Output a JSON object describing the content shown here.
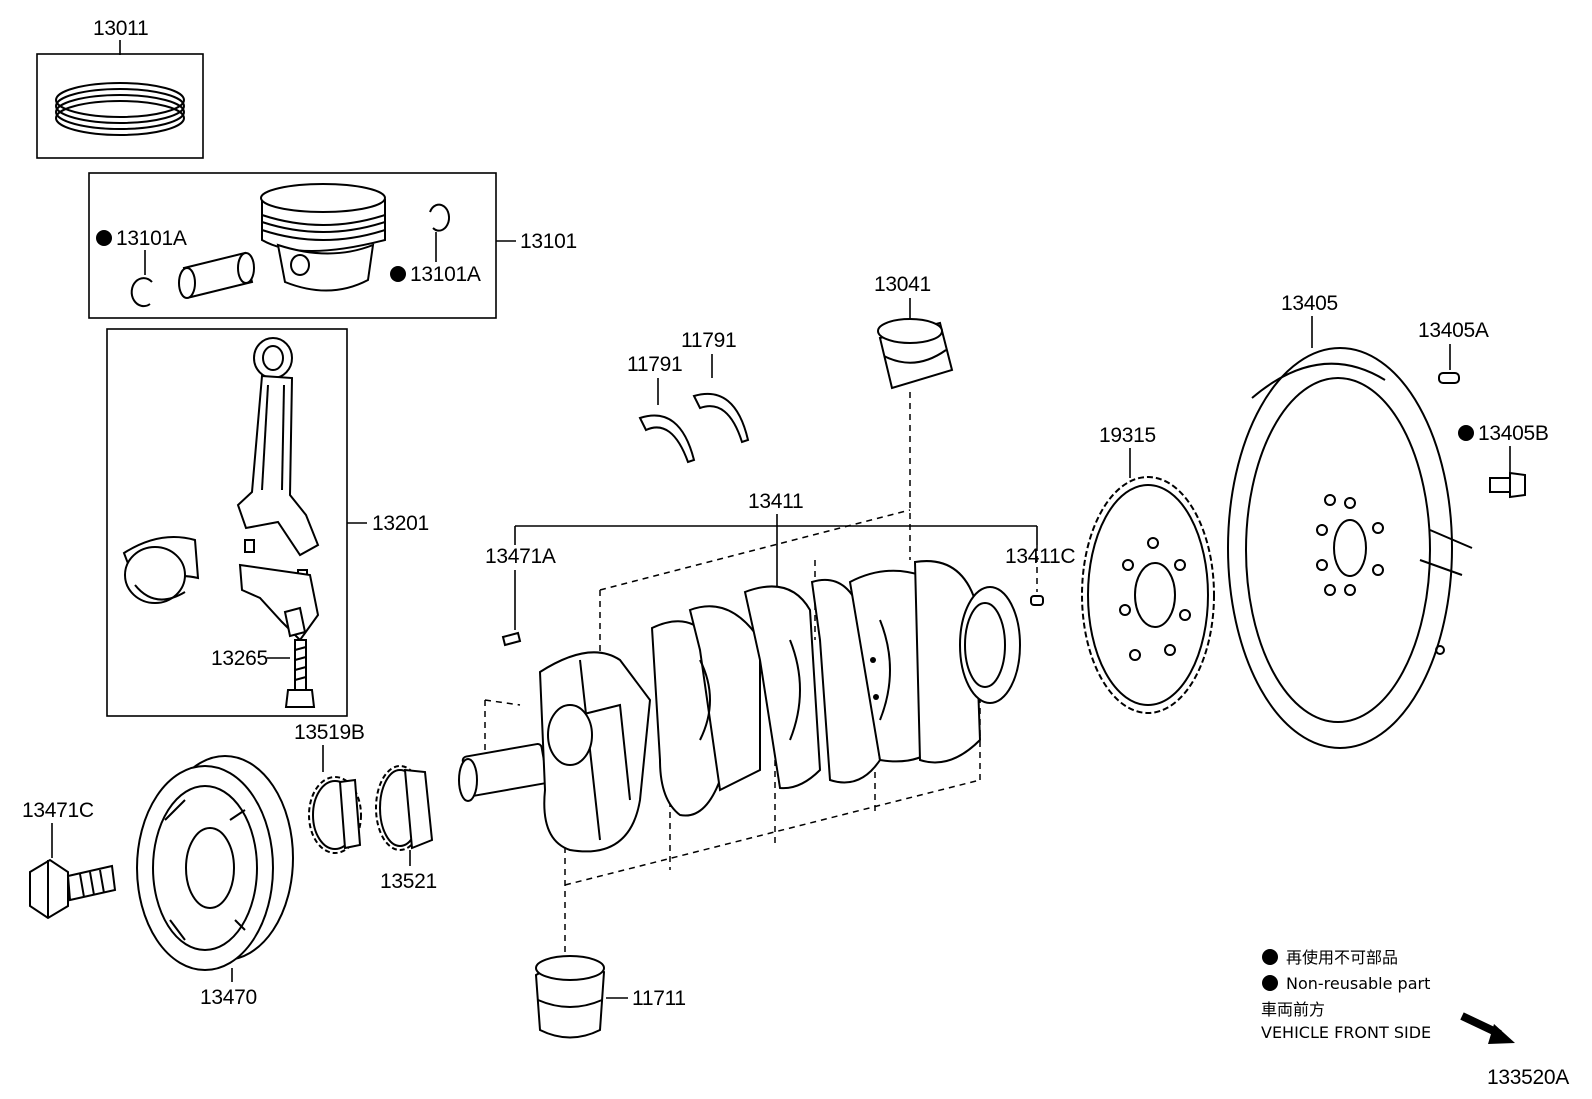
{
  "diagram_id": "133520A",
  "labels": {
    "piston_ring_set": "13011",
    "piston_snap_ring_a": "13101A",
    "piston_snap_ring_b": "13101A",
    "piston_sub_assy": "13101",
    "connecting_rod": "13201",
    "rod_bolt": "13265",
    "crank_bearing_upper": "13041",
    "thrust_washer_a": "11791",
    "thrust_washer_b": "11791",
    "crankshaft": "13411",
    "crank_key": "13471A",
    "crank_pin_c": "13411C",
    "signal_plate": "19315",
    "flywheel": "13405",
    "flywheel_pin": "13405A",
    "flywheel_bolt": "13405B",
    "timing_gear_b": "13519B",
    "timing_gear": "13521",
    "pulley_bolt": "13471C",
    "crank_pulley": "13470",
    "main_bearing": "11711"
  },
  "legend": {
    "jp_nonreusable": "再使用不可部品",
    "en_nonreusable": "Non-reusable part",
    "jp_front": "車両前方",
    "en_front": "VEHICLE FRONT SIDE"
  }
}
